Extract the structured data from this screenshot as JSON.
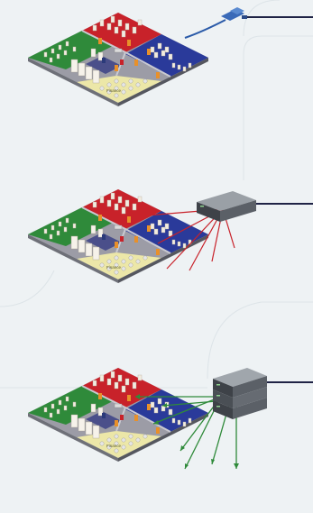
{
  "panels": [
    {
      "id": "panel-1",
      "device": "network-cable-connector",
      "links": "single-cable",
      "zone_label": "Finance"
    },
    {
      "id": "panel-2",
      "device": "rack-server",
      "links": "red-lines",
      "zone_label": "Finance"
    },
    {
      "id": "panel-3",
      "device": "server-stack",
      "links": "green-arrows",
      "zone_label": "Finance"
    }
  ],
  "colors": {
    "background": "#eef2f4",
    "zone_red": "#c8222a",
    "zone_blue": "#2a3a9a",
    "zone_green": "#2f8a3a",
    "zone_yellow": "#ece7a8",
    "zone_grey": "#9c9ca6",
    "link_red": "#c8222a",
    "link_green": "#2f8a3a",
    "connector_line": "#1f2345",
    "device_dark": "#4a4f55"
  }
}
